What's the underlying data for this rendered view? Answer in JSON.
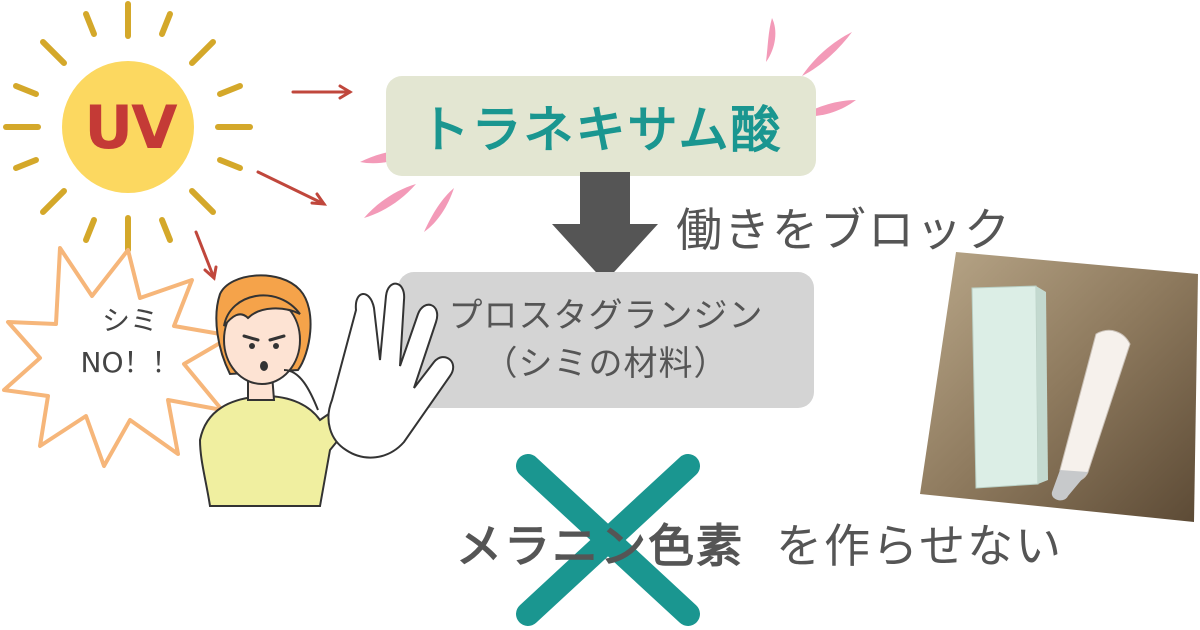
{
  "sun": {
    "label": "UV"
  },
  "top_box": {
    "label": "トラネキサム酸"
  },
  "block_label": "働きをブロック",
  "middle_box": {
    "line1": "プロスタグランジン",
    "line2": "（シミの材料）"
  },
  "burst": {
    "line1": "シミ",
    "line2": "NO！！"
  },
  "bottom": {
    "melanin": "メラニン色素",
    "rest": "を作らせない"
  },
  "colors": {
    "sun_fill": "#fcd860",
    "sun_rays": "#d4a82a",
    "uv_text": "#c43a36",
    "teal": "#1a9690",
    "arrow_red": "#c0473c",
    "pink": "#f39ab8",
    "box_top": "#e3e6d2",
    "box_mid": "#d4d4d4",
    "down_arrow": "#555555",
    "burst_stroke": "#f6b67a"
  },
  "icons": [
    "sun-icon",
    "down-arrow-icon",
    "cross-icon",
    "woman-stop-illustration",
    "product-photo",
    "explosion-burst-icon"
  ]
}
